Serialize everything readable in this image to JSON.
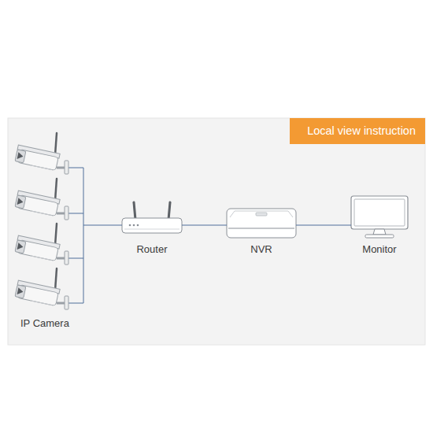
{
  "diagram": {
    "title": "Local view instruction",
    "nodes": [
      {
        "text": [
          "IP Camera"
        ]
      },
      {
        "text": [
          "Router"
        ]
      },
      {
        "text": [
          "NVR"
        ]
      },
      {
        "text": [
          "Monitor"
        ]
      }
    ],
    "edges": [
      {
        "from": 0,
        "to": 1,
        "arrow": "none"
      },
      {
        "from": 1,
        "to": 2,
        "arrow": "none"
      },
      {
        "from": 2,
        "to": 3,
        "arrow": "none"
      }
    ]
  }
}
